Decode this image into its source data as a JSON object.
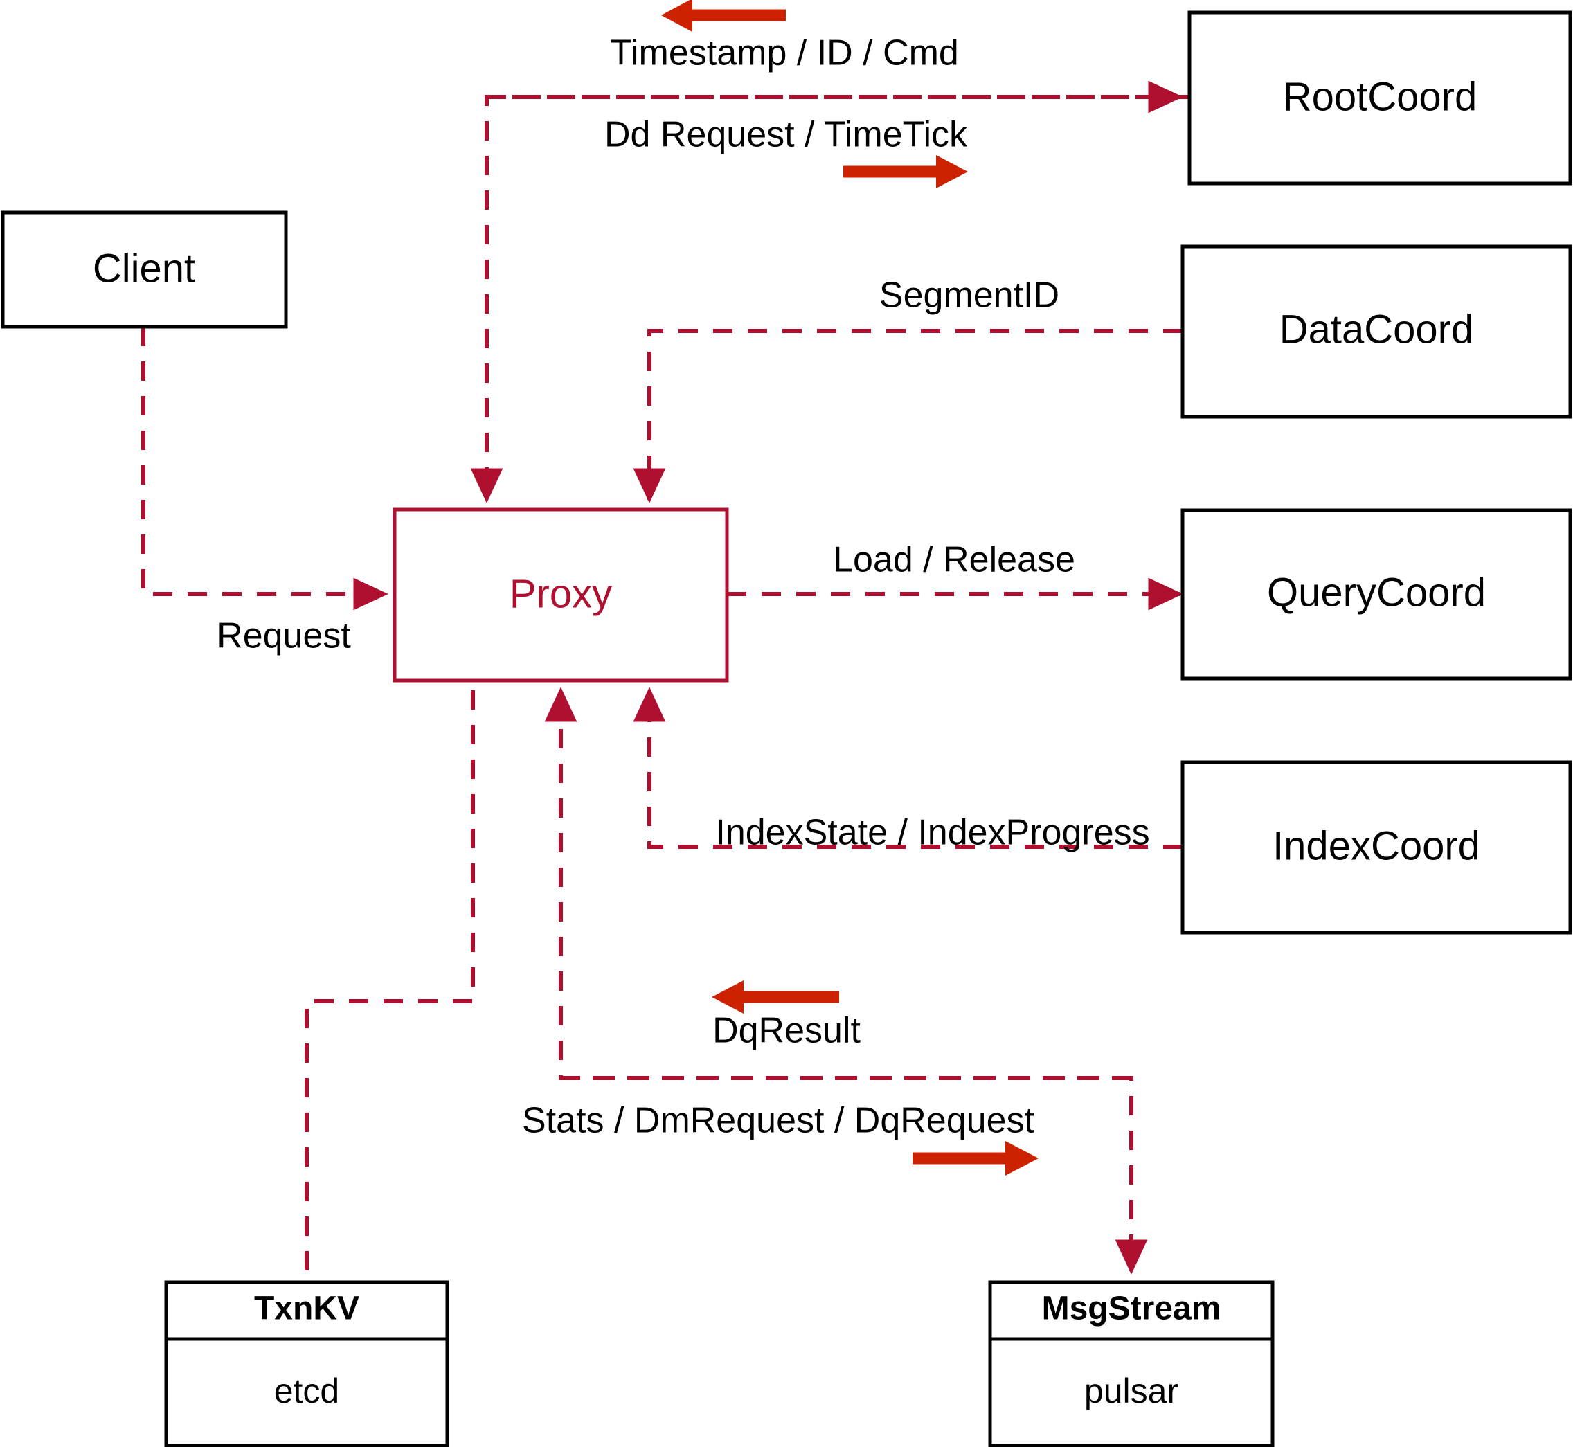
{
  "diagram": {
    "title": "Milvus Proxy Architecture",
    "colors": {
      "edge": "#B01030",
      "accent_box": "#B01030",
      "big_arrow": "#CC2200",
      "node_border": "#000000",
      "background": "#ffffff"
    },
    "nodes": {
      "client": {
        "label": "Client"
      },
      "proxy": {
        "label": "Proxy"
      },
      "root_coord": {
        "label": "RootCoord"
      },
      "data_coord": {
        "label": "DataCoord"
      },
      "query_coord": {
        "label": "QueryCoord"
      },
      "index_coord": {
        "label": "IndexCoord"
      },
      "txn_kv": {
        "label": "TxnKV",
        "impl": "etcd"
      },
      "msg_stream": {
        "label": "MsgStream",
        "impl": "pulsar"
      }
    },
    "edges": [
      {
        "id": "timestamp-id-cmd",
        "label": "Timestamp / ID / Cmd",
        "from": "root_coord",
        "to": "proxy",
        "direction": "left"
      },
      {
        "id": "dd-request-timetick",
        "label": "Dd Request / TimeTick",
        "from": "proxy",
        "to": "root_coord",
        "direction": "right"
      },
      {
        "id": "segment-id",
        "label": "SegmentID",
        "from": "data_coord",
        "to": "proxy",
        "direction": "left"
      },
      {
        "id": "request",
        "label": "Request",
        "from": "client",
        "to": "proxy",
        "direction": "right"
      },
      {
        "id": "load-release",
        "label": "Load / Release",
        "from": "proxy",
        "to": "query_coord",
        "direction": "right"
      },
      {
        "id": "index-state-progress",
        "label": "IndexState / IndexProgress",
        "from": "index_coord",
        "to": "proxy",
        "direction": "left"
      },
      {
        "id": "dq-result",
        "label": "DqResult",
        "from": "msg_stream",
        "to": "proxy",
        "direction": "left"
      },
      {
        "id": "stats-dm-dq-request",
        "label": "Stats / DmRequest / DqRequest",
        "from": "proxy",
        "to": "msg_stream",
        "direction": "right"
      },
      {
        "id": "txnkv-link",
        "label": "",
        "from": "proxy",
        "to": "txn_kv",
        "direction": "none"
      }
    ]
  }
}
